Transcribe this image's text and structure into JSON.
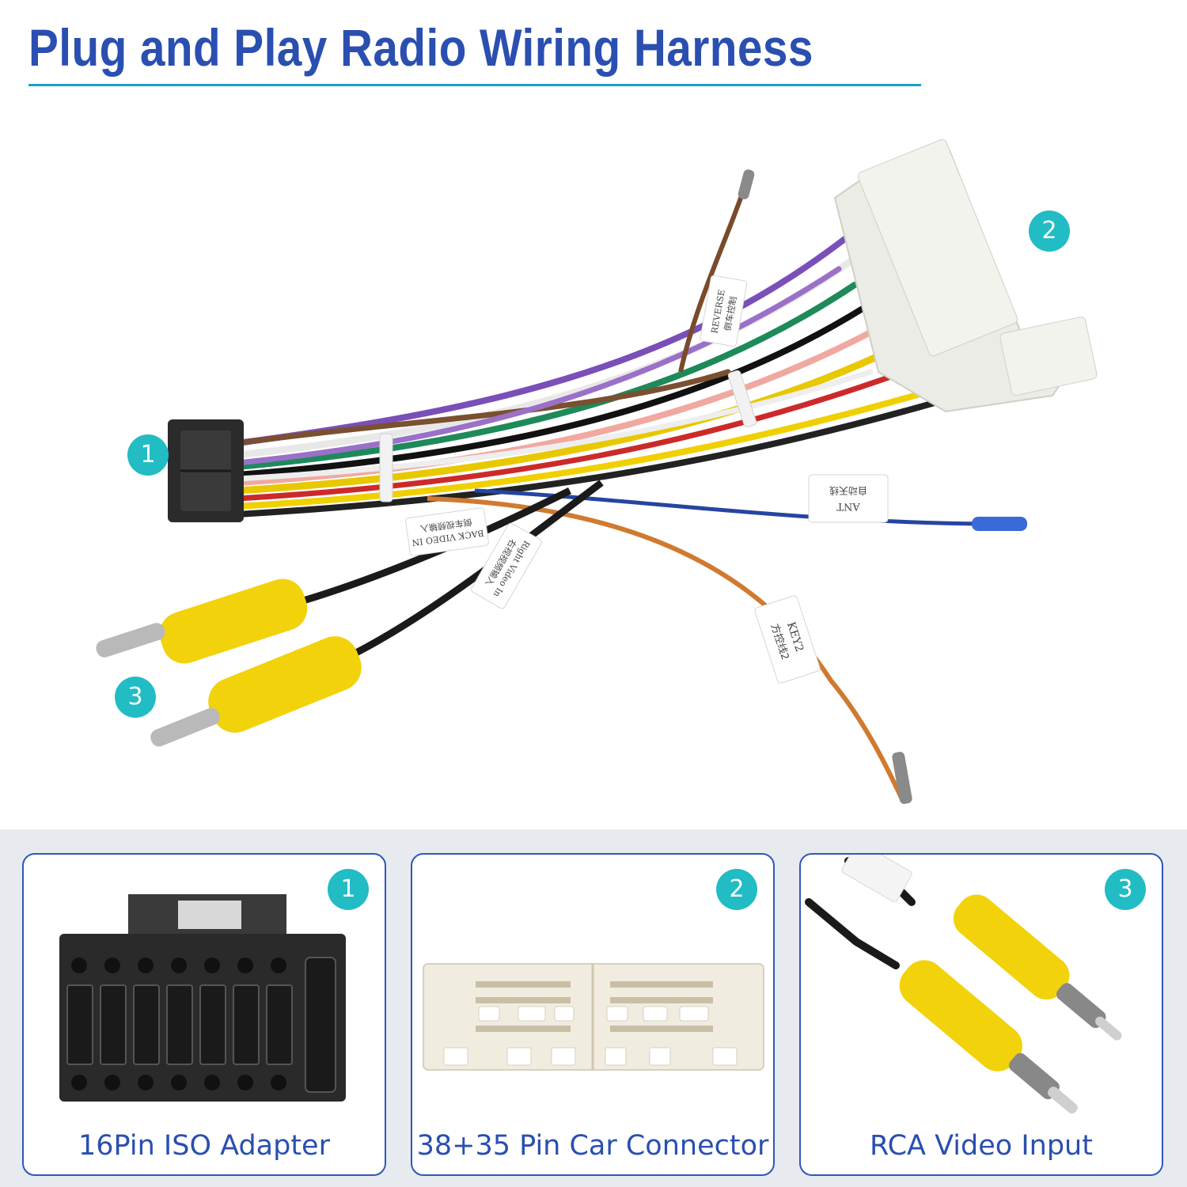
{
  "title": "Plug and Play Radio Wiring Harness",
  "colors": {
    "title": "#2a4fb0",
    "rule": "#1aa0c8",
    "badge": "#21bcc4",
    "card_border": "#2f57b7",
    "band": "#e7eaee"
  },
  "photo": {
    "badges": [
      "1",
      "2",
      "3"
    ],
    "wire_tags": {
      "reverse": [
        "REVERSE",
        "倒车控制"
      ],
      "back_video": [
        "BACK VIDEO IN",
        "倒车视频输入"
      ],
      "right_video": [
        "Right Video In",
        "右视视频输入"
      ],
      "ant": [
        "ANT",
        "自动天线"
      ],
      "key2": [
        "KEY2",
        "方控线2"
      ]
    }
  },
  "cards": [
    {
      "badge": "1",
      "label": "16Pin ISO Adapter",
      "icon": "iso-connector-icon"
    },
    {
      "badge": "2",
      "label": "38+35 Pin Car Connector",
      "icon": "car-connector-icon"
    },
    {
      "badge": "3",
      "label": "RCA Video Input",
      "icon": "rca-plug-icon"
    }
  ]
}
